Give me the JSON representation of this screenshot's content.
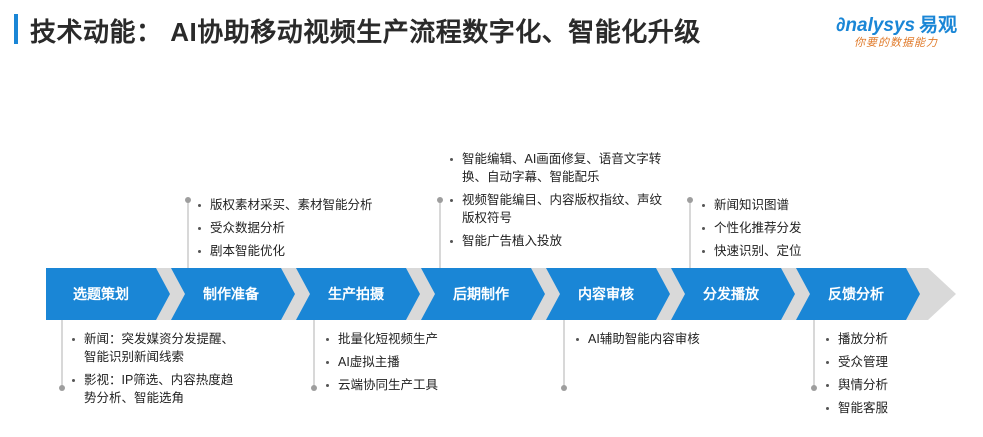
{
  "title": "技术动能：  AI协助移动视频生产流程数字化、智能化升级",
  "logo": {
    "brand_en": "nalysys",
    "brand_cn": "易观",
    "tagline": "你要的数据能力"
  },
  "steps": [
    {
      "label": "选题策划"
    },
    {
      "label": "制作准备"
    },
    {
      "label": "生产拍摄"
    },
    {
      "label": "后期制作"
    },
    {
      "label": "内容审核"
    },
    {
      "label": "分发播放"
    },
    {
      "label": "反馈分析"
    }
  ],
  "bullets": {
    "b0": [
      "新闻：突发媒资分发提醒、",
      "智能识别新闻线索",
      "影视：IP筛选、内容热度趋",
      "势分析、智能选角"
    ],
    "b1": [
      "版权素材采买、素材智能分析",
      "受众数据分析",
      "剧本智能优化"
    ],
    "b2": [
      "批量化短视频生产",
      "AI虚拟主播",
      "云端协同生产工具"
    ],
    "b3": [
      "智能编辑、AI画面修复、语音文字转",
      "换、自动字幕、智能配乐",
      "视频智能编目、内容版权指纹、声纹",
      "版权符号",
      "智能广告植入投放"
    ],
    "b4": [
      "AI辅助智能内容审核"
    ],
    "b5": [
      "新闻知识图谱",
      "个性化推荐分发",
      "快速识别、定位"
    ],
    "b6": [
      "播放分析",
      "受众管理",
      "舆情分析",
      "智能客服"
    ]
  },
  "colors": {
    "step_fill": "#1a86d6",
    "chevron_gray": "#d9d9d9",
    "accent": "#1a86d6",
    "tagline": "#e07a2a"
  }
}
